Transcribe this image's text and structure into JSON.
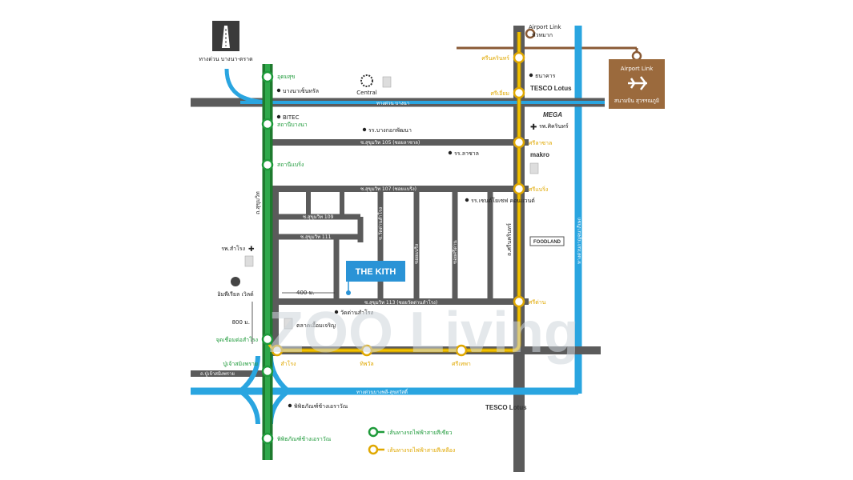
{
  "title": "",
  "project": {
    "name": "THE KITH"
  },
  "colors": {
    "green_line": "#1e9a3a",
    "yellow_line": "#f2c200",
    "expressway": "#2aa5e0",
    "road": "#5b5b5b",
    "airport_link": "#8a5a35",
    "airport_box": "#9b6a3d"
  },
  "highway_sign": {
    "icon": "highway-icon",
    "label": "ทางด่วน บางนา-ตราด"
  },
  "airport": {
    "link_label": "Airport Link",
    "link_station": "หัวหมาก",
    "box_label": "Airport Link",
    "box_sub": "สนามบิน สุวรรณภูมิ",
    "icon": "airplane-icon"
  },
  "green_stations": [
    "อุดมสุข",
    "สถานีบางนา",
    "สถานีแบริ่ง",
    "จุดเชื่อมต่อสำโรง",
    "ปู่เจ้าสมิงพราย"
  ],
  "yellow_stations": [
    "ศรีนครินทร์",
    "ศรีเอี่ยม",
    "ศรีลาซาล",
    "ศรีด่าน",
    "ศรีเทพา",
    "ทิพวัล",
    "สำโรง",
    "ศรีแบริ่ง"
  ],
  "roads": {
    "expressway_top": "ทางด่วน บางนา",
    "sukhumvit_105": "ซ.สุขุมวิท 105 (ซอยลาซาล)",
    "sukhumvit_107": "ซ.สุขุมวิท 107 (ซอยแบริ่ง)",
    "sukhumvit_113": "ซ.สุขุมวิท 113 (ซอยวัดด่านสำโรง)",
    "soi_109": "ซ.สุขุมวิท 109",
    "soi_111": "ซ.สุขุมวิท 111",
    "sukhumvit_road": "ถ.สุขุมวิท",
    "srinakarin": "ถ.ศรีนครินทร์",
    "bottom_expressway": "ทางด่วนบางพลี-สุขสวัสดิ์",
    "pu_chao_road": "ถ.ปู่เจ้าสมิงพราย",
    "right_expressway": "ทางด่วนกาญจนาภิเษก",
    "soi_a": "ซอยแบริ่ง",
    "soi_b": "ซ.วัดด่านสำโรง",
    "soi_c": "ซอยศรีด่าน"
  },
  "landmarks": {
    "bangna_central": "บางนาเซ็นทรัล",
    "bitec": "BITEC",
    "bangkok_patana": "รร.บางกอกพัฒนา",
    "lasalle_school": "รร.ลาซาล",
    "central": "Central",
    "tesco_top": "TESCO Lotus",
    "mega": "MEGA",
    "mega_sub": "รพ.ศิครินทร์",
    "makro": "makro",
    "school_right": "รร.เซนต์โยเซฟ คอนแวนต์",
    "foodland": "FOODLAND",
    "samrong_hospital": "รพ.สำโรง",
    "imperial": "อิมพีเรียล เวิลด์",
    "wat_dan": "วัดด่านสำโรง",
    "market": "ตลาดเอื้อมเจริญ",
    "hospital_bottom": "พิพิธภัณฑ์ช้างเอราวัณ",
    "erawan": "พิพิธภัณฑ์ช้างเอราวัณ",
    "tesco_bottom": "TESCO Lotus",
    "lotus_top_small": "ธนาคาร"
  },
  "distances": {
    "d400": "400 ม.",
    "d800": "800 ม."
  },
  "legend": [
    {
      "label": "เส้นทางรถไฟฟ้าสายสีเขียว",
      "color": "#1e9a3a"
    },
    {
      "label": "เส้นทางรถไฟฟ้าสายสีเหลือง",
      "color": "#f2c200"
    }
  ],
  "watermark": "ZOO Living"
}
